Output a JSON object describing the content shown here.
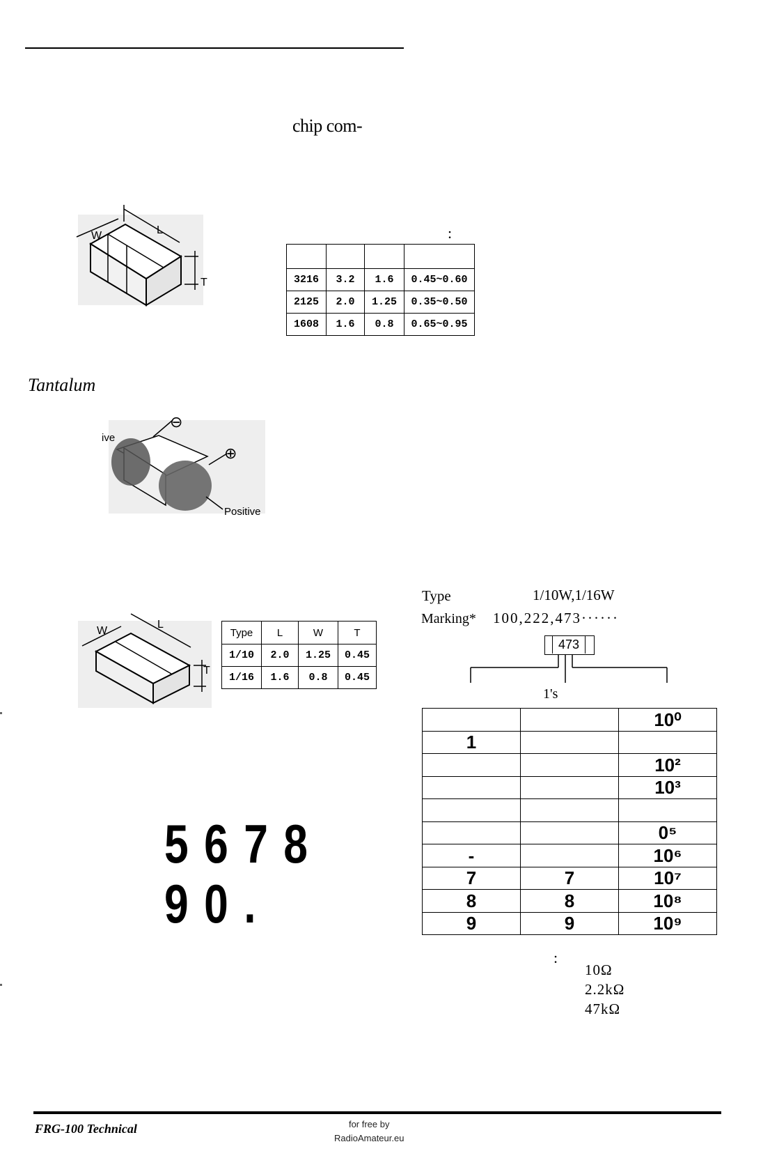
{
  "intro_text": "chip com-",
  "section_heading": "Tantalum",
  "spec_colon": ":",
  "chip_table": {
    "rows": [
      [
        "3216",
        "3.2",
        "1.6",
        "0.45~0.60"
      ],
      [
        "2125",
        "2.0",
        "1.25",
        "0.35~0.50"
      ],
      [
        "1608",
        "1.6",
        "0.8",
        "0.65~0.95"
      ]
    ]
  },
  "chip_figure": {
    "w_label": "W",
    "l_label": "L",
    "t_label": "T"
  },
  "tantalum_figure": {
    "negative_label": "ive",
    "positive_label": "Positive",
    "neg_symbol": "⊖",
    "pos_symbol": "⊕"
  },
  "resistor_table": {
    "headers": [
      "Type",
      "L",
      "W",
      "T"
    ],
    "rows": [
      [
        "1/10",
        "2.0",
        "1.25",
        "0.45"
      ],
      [
        "1/16",
        "1.6",
        "0.8",
        "0.45"
      ]
    ]
  },
  "type_label": "Type",
  "type_value": "1/10W,1/16W",
  "marking_label": "Marking*",
  "marking_value": "100,222,473······",
  "marking_code": "473",
  "ones_label": "1's",
  "multiplier_table": {
    "rows": [
      [
        "",
        "",
        "10⁰"
      ],
      [
        "1",
        "",
        ""
      ],
      [
        "",
        "",
        "10²"
      ],
      [
        "",
        "",
        "10³"
      ],
      [
        "",
        "",
        ""
      ],
      [
        "",
        "",
        "0⁵"
      ],
      [
        "-",
        "",
        "10⁶"
      ],
      [
        "7",
        "7",
        "10⁷"
      ],
      [
        "8",
        "8",
        "10⁸"
      ],
      [
        "9",
        "9",
        "10⁹"
      ]
    ]
  },
  "digits_row1": "5678",
  "digits_row2": "90.",
  "example_colon": ":",
  "examples": [
    "10Ω",
    "2.2kΩ",
    "47kΩ"
  ],
  "footer_left": "FRG-100 Technical",
  "footer_center_line1": "for free by",
  "footer_center_line2": "RadioAmateur.eu"
}
